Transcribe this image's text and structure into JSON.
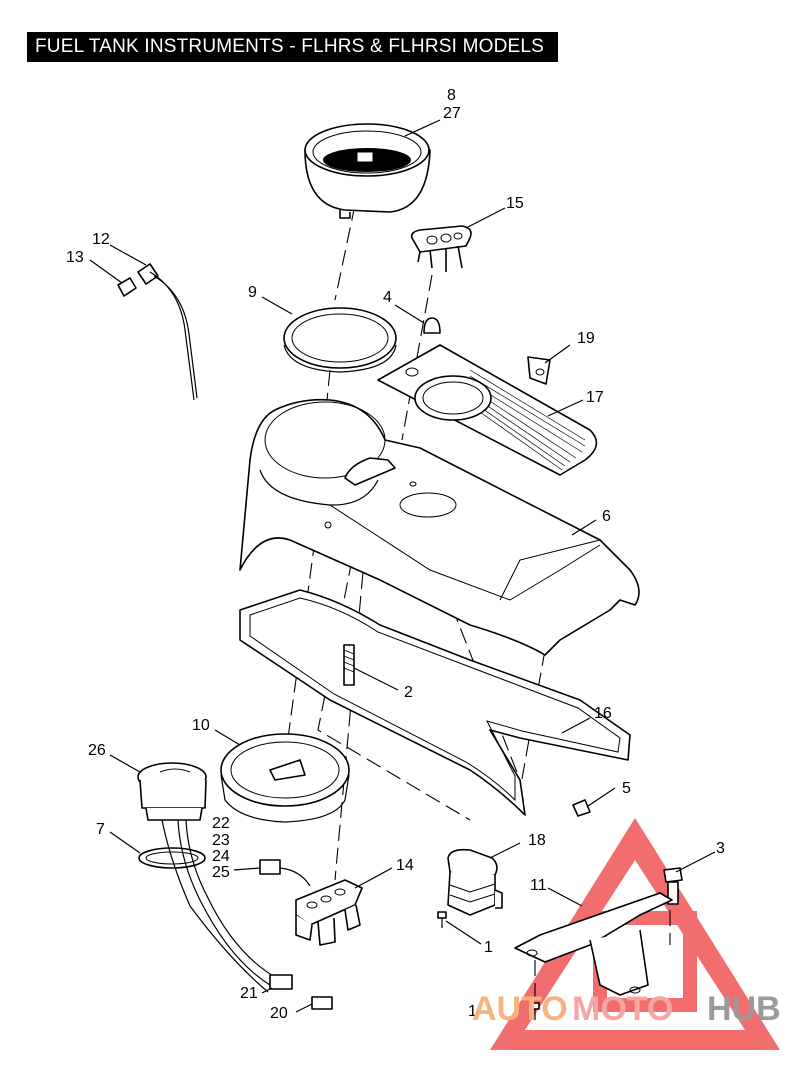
{
  "title": "FUEL TANK INSTRUMENTS - FLHRS & FLHRSI MODELS",
  "callouts": {
    "c8": "8",
    "c27": "27",
    "c15": "15",
    "c12": "12",
    "c13": "13",
    "c9": "9",
    "c4": "4",
    "c19": "19",
    "c17": "17",
    "c6": "6",
    "c2": "2",
    "c16": "16",
    "c10": "10",
    "c26": "26",
    "c5": "5",
    "c7": "7",
    "c22": "22",
    "c23": "23",
    "c24": "24",
    "c25": "25",
    "c18": "18",
    "c14": "14",
    "c3": "3",
    "c11": "11",
    "c1a": "1",
    "c21": "21",
    "c20": "20",
    "c1b": "1"
  },
  "watermark": {
    "part1": "AUTO",
    "part2": "MOTO",
    "part3": "HUB",
    "colors": {
      "auto": "#f6b47c",
      "moto": "#f4a6a6",
      "hub": "#9a9a9a",
      "triangle": "#ef4b4b"
    }
  }
}
